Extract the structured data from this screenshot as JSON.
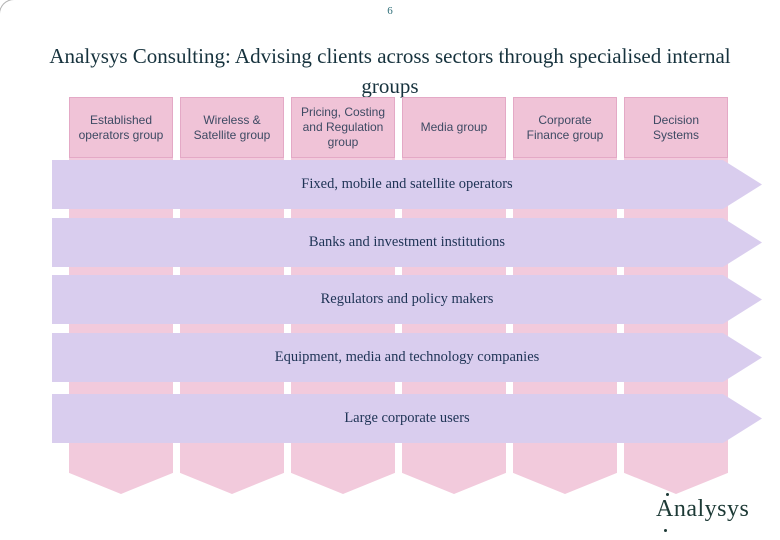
{
  "slide": {
    "page_number": "6",
    "title": "Analysys Consulting: Advising clients across sectors through specialised internal groups",
    "logo_text": "Analysys"
  },
  "groups": [
    {
      "label": "Established operators group"
    },
    {
      "label": "Wireless & Satellite group"
    },
    {
      "label": "Pricing, Costing and Regulation group"
    },
    {
      "label": "Media group"
    },
    {
      "label": "Corporate Finance group"
    },
    {
      "label": "Decision Systems"
    }
  ],
  "client_segments": [
    {
      "label": "Fixed, mobile and satellite operators"
    },
    {
      "label": "Banks and investment institutions"
    },
    {
      "label": "Regulators and policy makers"
    },
    {
      "label": "Equipment, media and technology companies"
    },
    {
      "label": "Large corporate users"
    }
  ],
  "colors": {
    "group_box_pink": "#f0c3d7",
    "group_box_border_pink": "#e4a9c6",
    "column_pink": "#f2cadc",
    "band_lavender": "#d9cdee",
    "band_text_navy": "#1e3355",
    "group_text": "#3d4a63",
    "title_teal": "#16323d",
    "page_number_teal": "#2e6e78",
    "logo_teal": "#1d3a36"
  }
}
